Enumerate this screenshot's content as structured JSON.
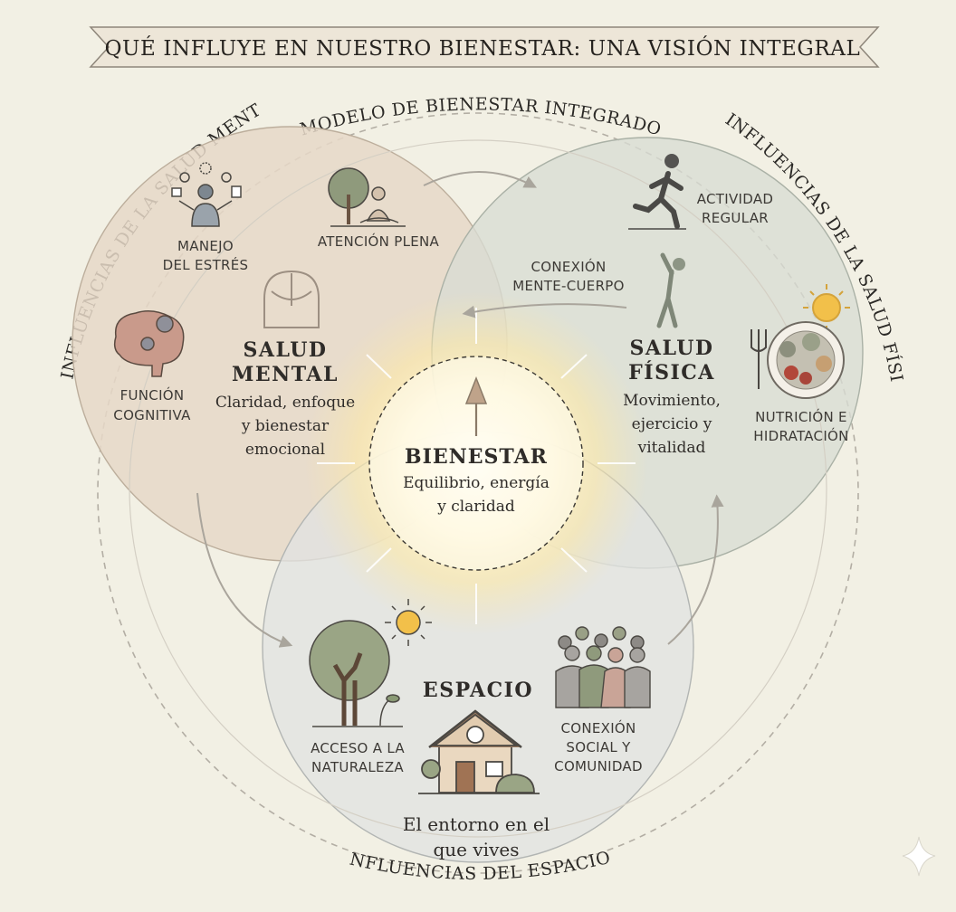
{
  "title": "QUÉ INFLUYE EN NUESTRO BIENESTAR: UNA VISIÓN INTEGRAL",
  "model_label": "MODELO DE BIENESTAR INTEGRADO",
  "arc_labels": {
    "mental": "INFLUENCIAS DE LA SALUD MENTAL",
    "physical": "INFLUENCIAS DE LA SALUD FÍSICA",
    "space": "INFLUENCIAS DEL ESPACIO"
  },
  "center": {
    "title": "BIENESTAR",
    "line1": "Equilibrio, energía",
    "line2": "y claridad"
  },
  "mental": {
    "title1": "SALUD",
    "title2": "MENTAL",
    "desc1": "Claridad, enfoque",
    "desc2": "y bienestar",
    "desc3": "emocional",
    "items": {
      "stress1": "MANEJO",
      "stress2": "DEL ESTRÉS",
      "mindful": "ATENCIÓN PLENA",
      "cog1": "FUNCIÓN",
      "cog2": "COGNITIVA"
    }
  },
  "physical": {
    "title1": "SALUD",
    "title2": "FÍSICA",
    "desc1": "Movimiento,",
    "desc2": "ejercicio y",
    "desc3": "vitalidad",
    "items": {
      "act1": "ACTIVIDAD",
      "act2": "REGULAR",
      "conn1": "CONEXIÓN",
      "conn2": "MENTE-CUERPO",
      "nut1": "NUTRICIÓN E",
      "nut2": "HIDRATACIÓN"
    }
  },
  "space": {
    "title": "ESPACIO",
    "desc1": "El entorno en el",
    "desc2": "que vives",
    "items": {
      "nat1": "ACCESO A LA",
      "nat2": "NATURALEZA",
      "soc1": "CONEXIÓN",
      "soc2": "SOCIAL Y",
      "soc3": "COMUNIDAD"
    }
  },
  "colors": {
    "background": "#f2f0e4",
    "mental_circle": "#e6d8c8",
    "physical_circle": "#d9ddd4",
    "space_circle": "#e1e3e2",
    "glow": "#fde9a8",
    "sun": "#f2c04a"
  }
}
